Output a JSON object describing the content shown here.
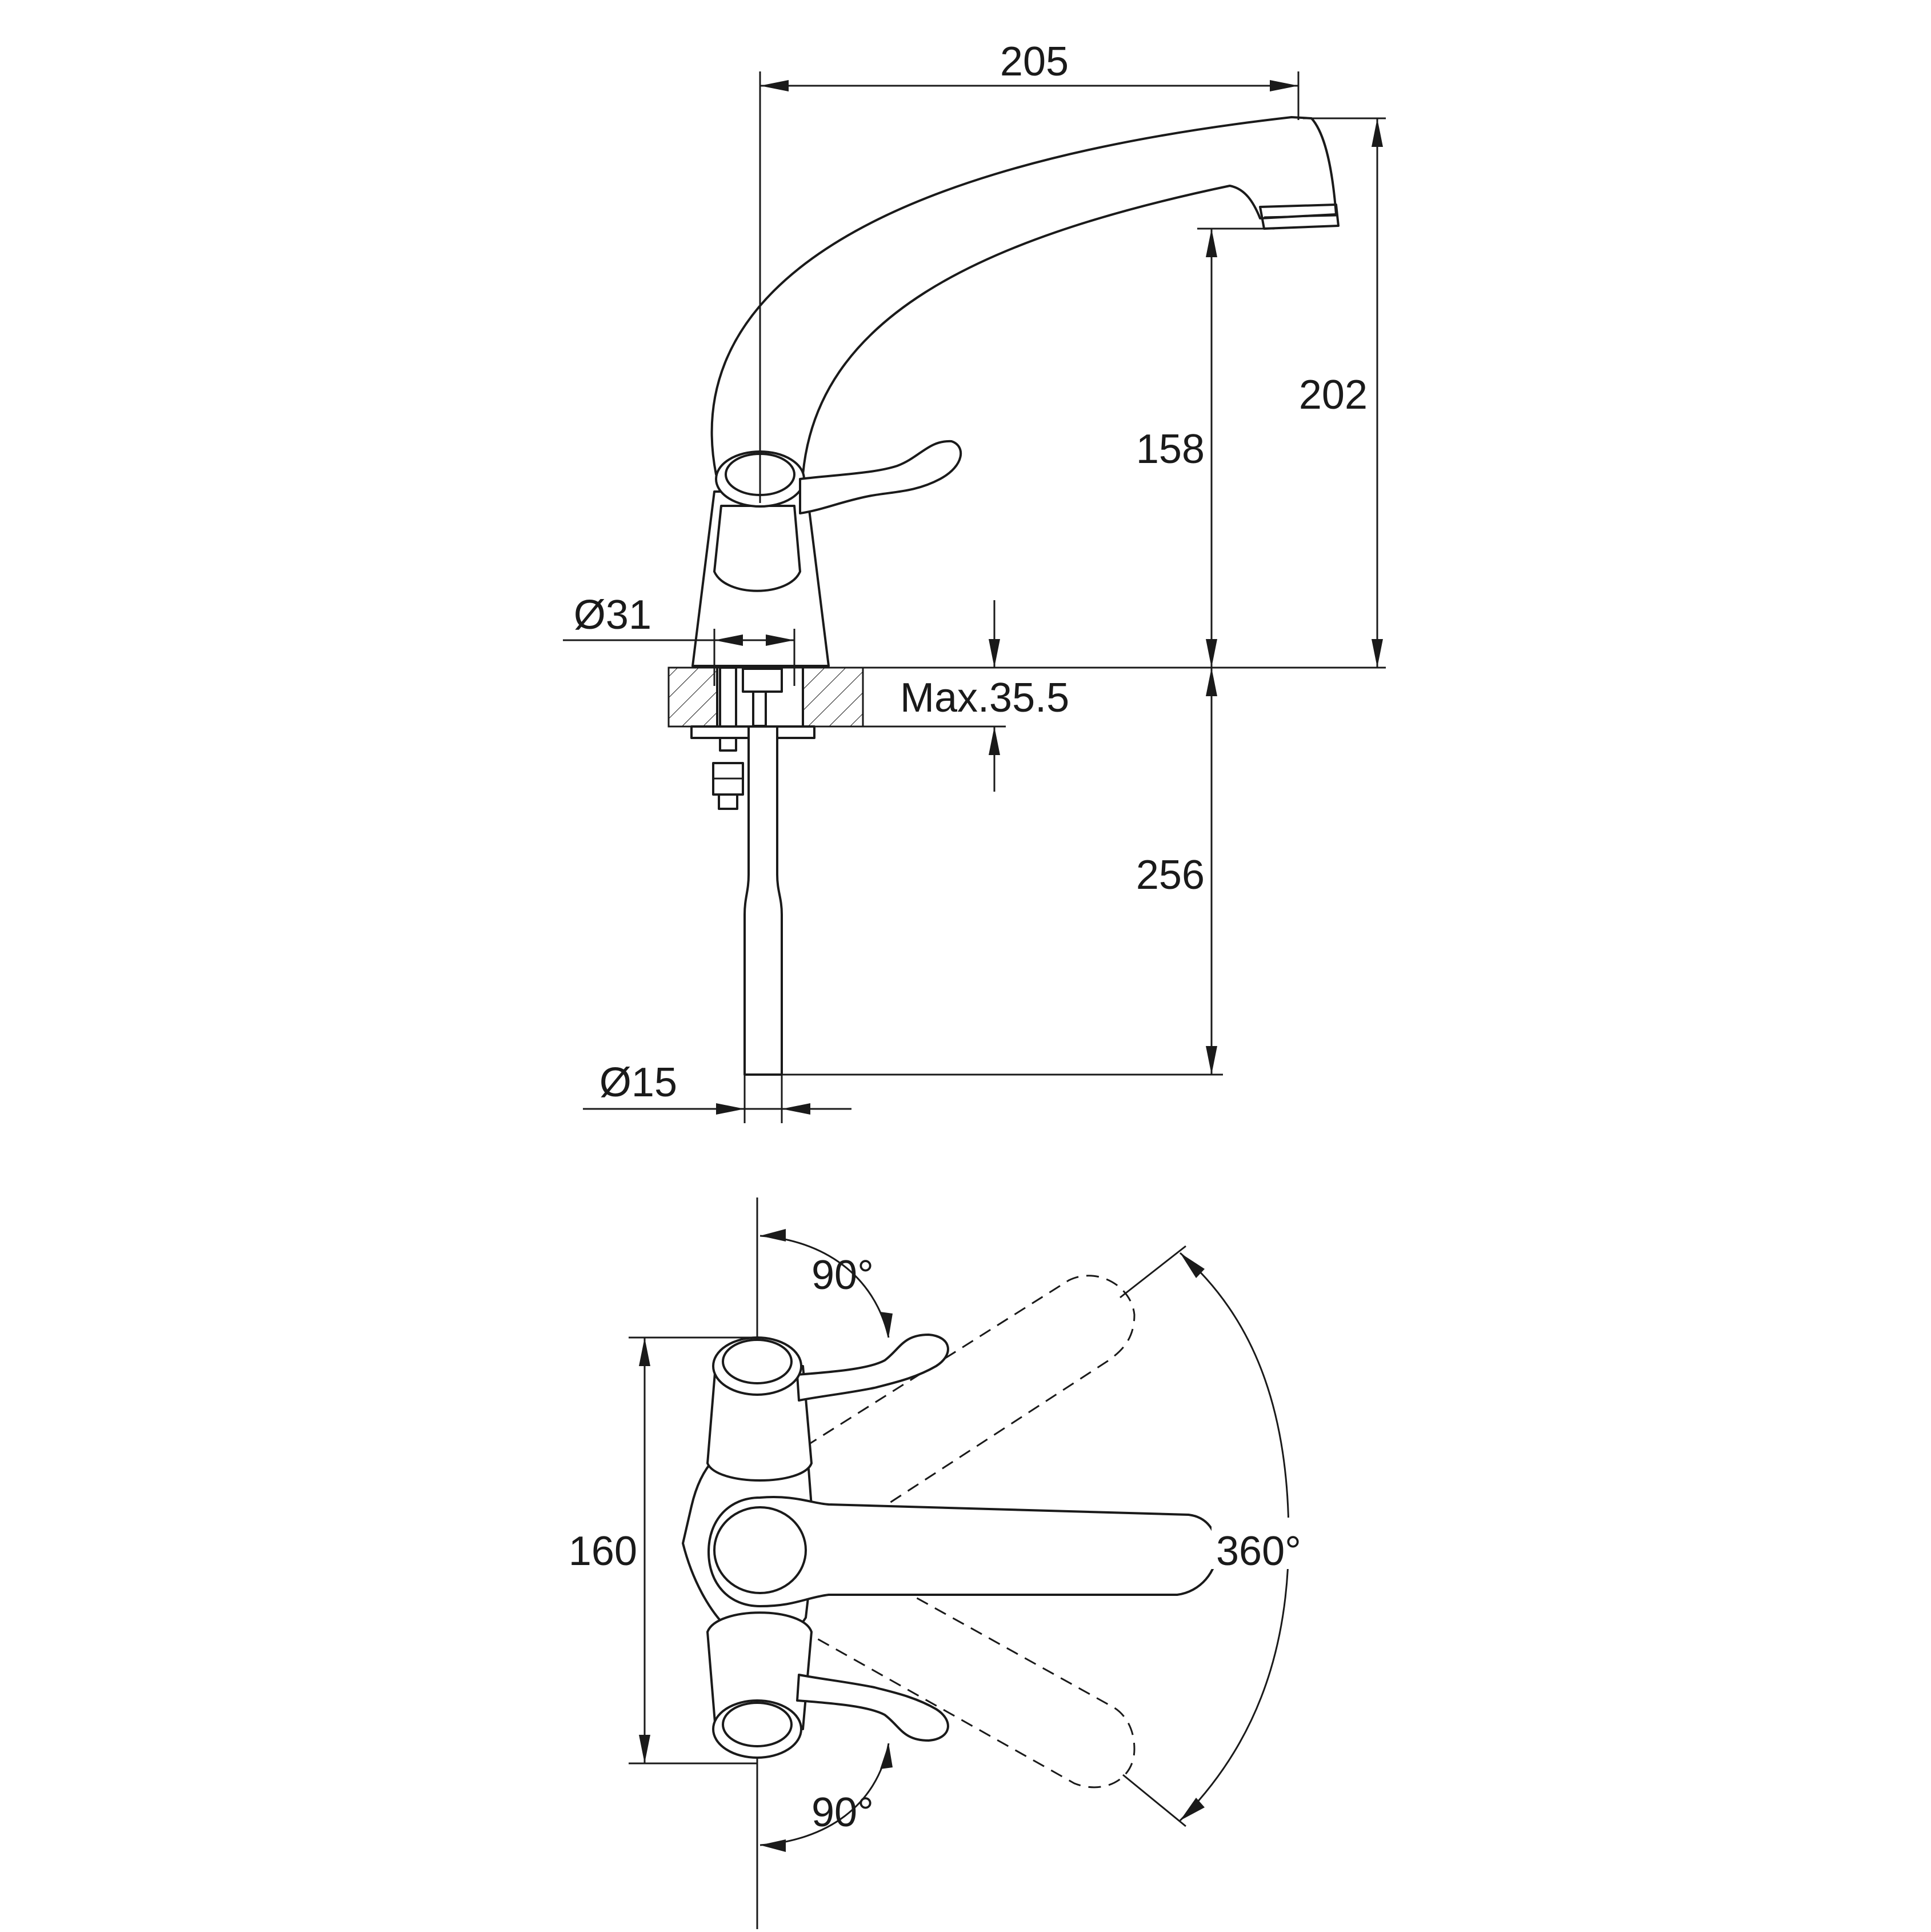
{
  "dimensions": {
    "spout_reach": "205",
    "total_height": "202",
    "outlet_height": "158",
    "body_diameter": "Ø31",
    "max_deck_thickness": "Max.35.5",
    "tail_length": "256",
    "tail_diameter": "Ø15",
    "handle_span": "160",
    "upper_lever_rotation": "90°",
    "lower_lever_rotation": "90°",
    "spout_rotation": "360°"
  }
}
